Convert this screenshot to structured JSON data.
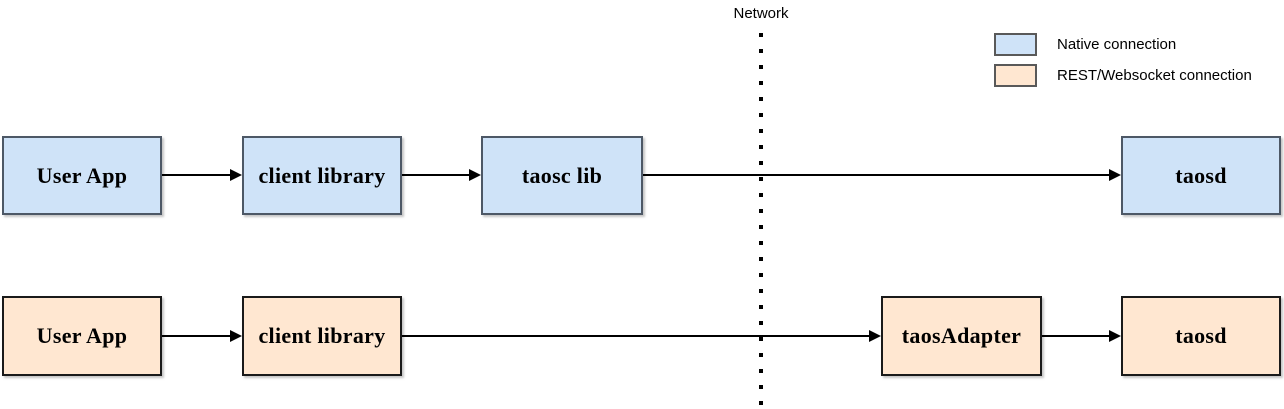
{
  "diagram": {
    "network_label": "Network",
    "legend": [
      {
        "label": "Native connection",
        "swatch_color": "#cfe3f8"
      },
      {
        "label": "REST/Websocket connection",
        "swatch_color": "#ffe7d1"
      }
    ],
    "rows": [
      {
        "type": "native",
        "fill_color": "#cfe3f8",
        "border_color": "#4d5866",
        "nodes": [
          "User App",
          "client library",
          "taosc lib",
          "taosd"
        ]
      },
      {
        "type": "rest",
        "fill_color": "#ffe7d1",
        "border_color": "#1a1a1a",
        "nodes": [
          "User App",
          "client library",
          "taosAdapter",
          "taosd"
        ]
      }
    ],
    "colors": {
      "arrow": "#000000",
      "divider": "#000000"
    }
  }
}
